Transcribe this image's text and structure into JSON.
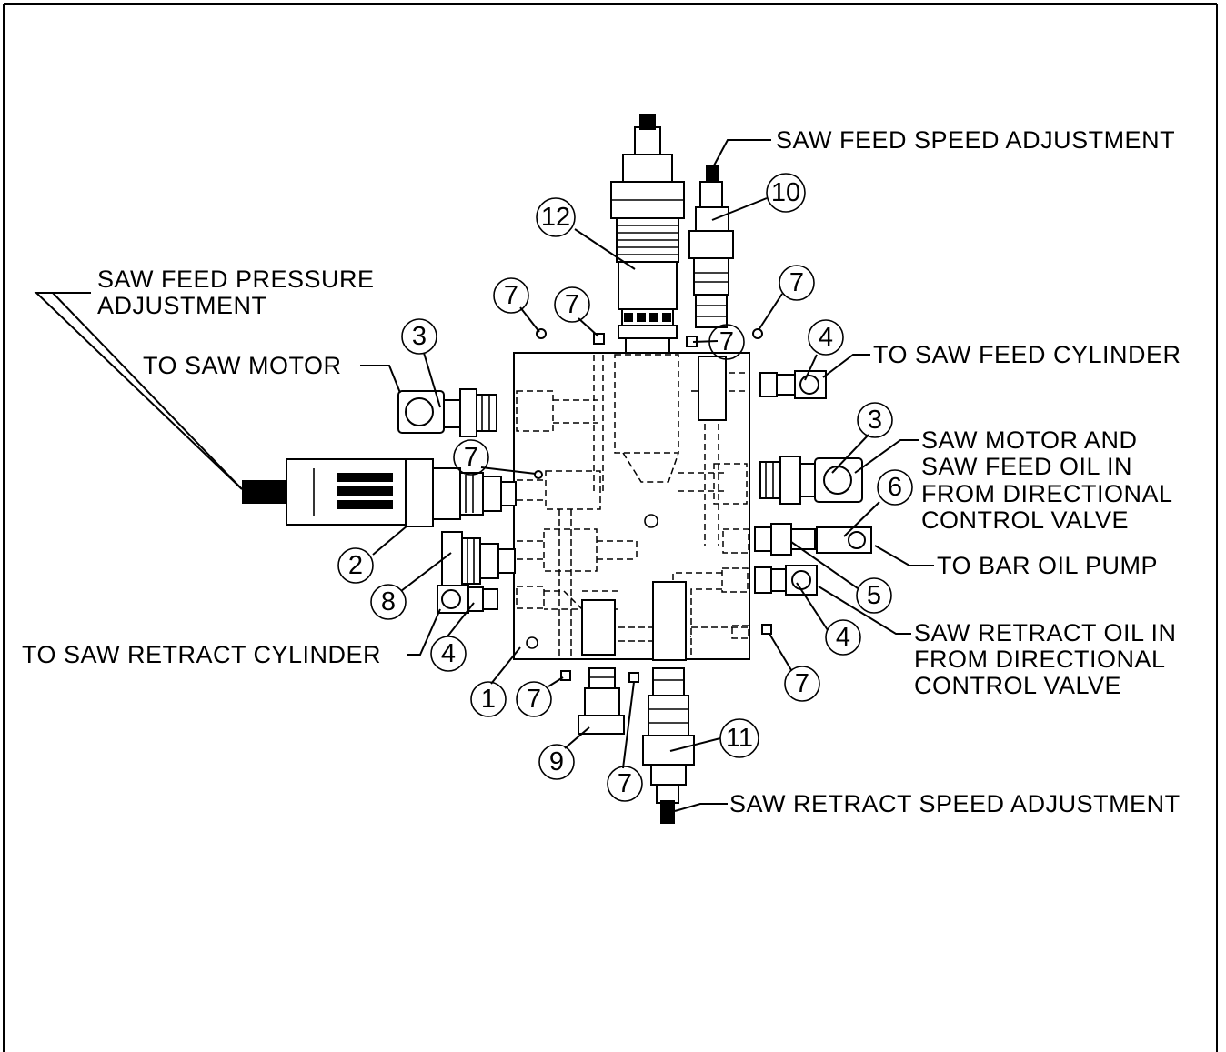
{
  "labels": {
    "saw_feed_speed": "SAW FEED SPEED ADJUSTMENT",
    "saw_feed_pressure_1": "SAW FEED PRESSURE",
    "saw_feed_pressure_2": "ADJUSTMENT",
    "to_saw_motor": "TO SAW MOTOR",
    "to_saw_feed_cylinder": "TO SAW FEED CYLINDER",
    "saw_motor_oil_1": "SAW MOTOR AND",
    "saw_motor_oil_2": "SAW FEED OIL IN",
    "saw_motor_oil_3": "FROM DIRECTIONAL",
    "saw_motor_oil_4": "CONTROL VALVE",
    "to_bar_oil_pump": "TO BAR OIL PUMP",
    "saw_retract_oil_1": "SAW RETRACT OIL IN",
    "saw_retract_oil_2": "FROM DIRECTIONAL",
    "saw_retract_oil_3": "CONTROL VALVE",
    "to_saw_retract_cylinder": "TO SAW RETRACT CYLINDER",
    "saw_retract_speed": "SAW RETRACT SPEED ADJUSTMENT"
  },
  "callouts": {
    "c12": "12",
    "c10": "10",
    "c7a": "7",
    "c7b": "7",
    "c7c": "7",
    "c7d": "7",
    "c3a": "3",
    "c4a": "4",
    "c7e": "7",
    "c3b": "3",
    "c6": "6",
    "c2": "2",
    "c8": "8",
    "c5": "5",
    "c4b": "4",
    "c4c": "4",
    "c1": "1",
    "c7f": "7",
    "c7g": "7",
    "c11": "11",
    "c9": "9",
    "c7h": "7"
  }
}
